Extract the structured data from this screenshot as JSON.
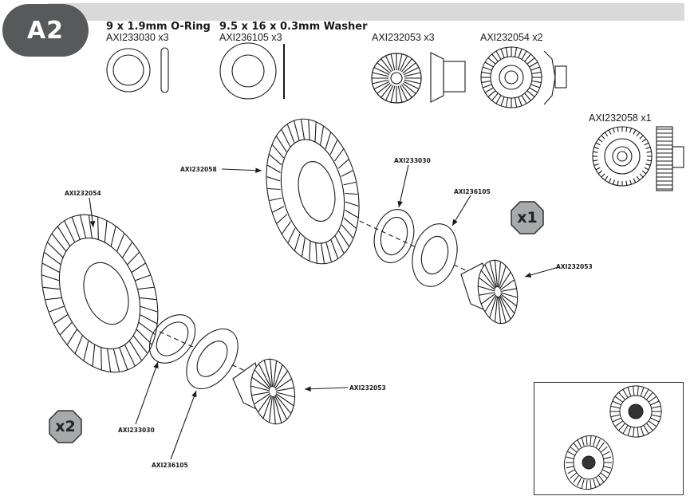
{
  "step": {
    "label": "A2"
  },
  "parts_header": [
    {
      "name": "9 x 1.9mm O-Ring",
      "part": "AXI233030 x3"
    },
    {
      "name": "9.5 x 16 x 0.3mm Washer",
      "part": "AXI236105 x3"
    },
    {
      "name": "",
      "part": "AXI232053 x3"
    },
    {
      "name": "",
      "part": "AXI232054 x2"
    },
    {
      "name": "",
      "part": "AXI232058 x1"
    }
  ],
  "callouts": {
    "upper_ring_gear": "AXI232058",
    "upper_oring": "AXI233030",
    "upper_washer": "AXI236105",
    "upper_pinion": "AXI232053",
    "lower_ring_gear": "AXI232054",
    "lower_oring": "AXI233030",
    "lower_washer": "AXI236105",
    "lower_pinion": "AXI232053"
  },
  "quantities": {
    "upper": "x1",
    "lower": "x2"
  },
  "colors": {
    "badge": "#58595b",
    "topbar": "#d9d9d9",
    "qty_fill": "#a7a9ac",
    "line": "#1a1a1a"
  }
}
